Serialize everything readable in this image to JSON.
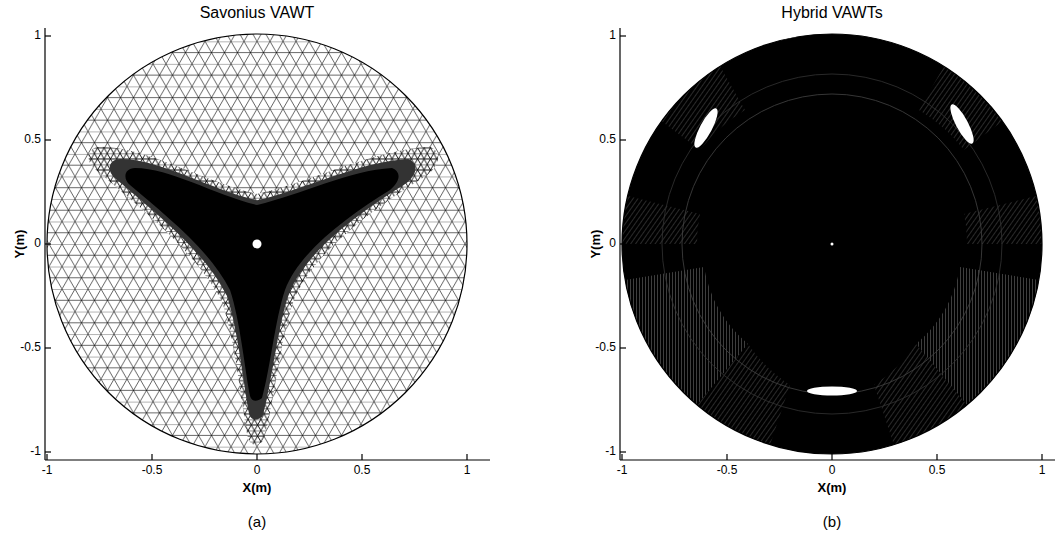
{
  "diagram": {
    "labels": [
      "Savonius VAWT",
      "Y(m)",
      "1",
      "0.5",
      "0",
      "-0.5",
      "-1",
      "-1",
      "-0.5",
      "0",
      "0.5",
      "1",
      "X(m)",
      "(a)",
      "Hybrid VAWTs",
      "Y(m)",
      "1",
      "0.5",
      "0",
      "-0.5",
      "-1",
      "-1",
      "-0.5",
      "0",
      "0.5",
      "1",
      "X(m)",
      "(b)"
    ]
  }
}
